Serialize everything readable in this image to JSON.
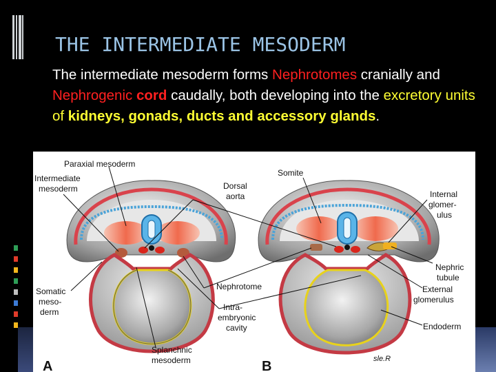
{
  "slide": {
    "title": "THE INTERMEDIATE MESODERM",
    "text": {
      "p1": "The intermediate mesoderm forms ",
      "p2": "Nephrotomes",
      "p3": " cranially and ",
      "p4": "Nephrogenic ",
      "p5": "cord",
      "p6": " caudally, both developing into the ",
      "p7": "excretory units of ",
      "p8": "kidneys, gonads, ducts and accessory glands",
      "p9": "."
    }
  },
  "figure": {
    "panel_labels": [
      "A",
      "B"
    ],
    "signature": "sle.R",
    "labels_a": {
      "paraxial": "Paraxial mesoderm",
      "intermediate_1": "Intermediate",
      "intermediate_2": "mesoderm",
      "dorsal_1": "Dorsal",
      "dorsal_2": "aorta",
      "somatic_1": "Somatic",
      "somatic_2": "meso-",
      "somatic_3": "derm",
      "splanchnic_1": "Splanchnic",
      "splanchnic_2": "mesoderm",
      "nephrotome": "Nephrotome",
      "intra_1": "Intra-",
      "intra_2": "embryonic",
      "intra_3": "cavity"
    },
    "labels_b": {
      "somite": "Somite",
      "internal_1": "Internal",
      "internal_2": "glomer-",
      "internal_3": "ulus",
      "nephric_1": "Nephric",
      "nephric_2": "tubule",
      "external_1": "External",
      "external_2": "glomerulus",
      "endoderm": "Endoderm"
    }
  },
  "colors": {
    "title": "#9bc4e6",
    "highlight_red": "#ff2020",
    "highlight_yellow": "#ffff33",
    "side_marks": [
      "#2e9e57",
      "#e03b2a",
      "#f2b61d",
      "#2e9e57",
      "#bfbfbf",
      "#3c7bd6",
      "#e03b2a",
      "#f2b61d"
    ]
  }
}
